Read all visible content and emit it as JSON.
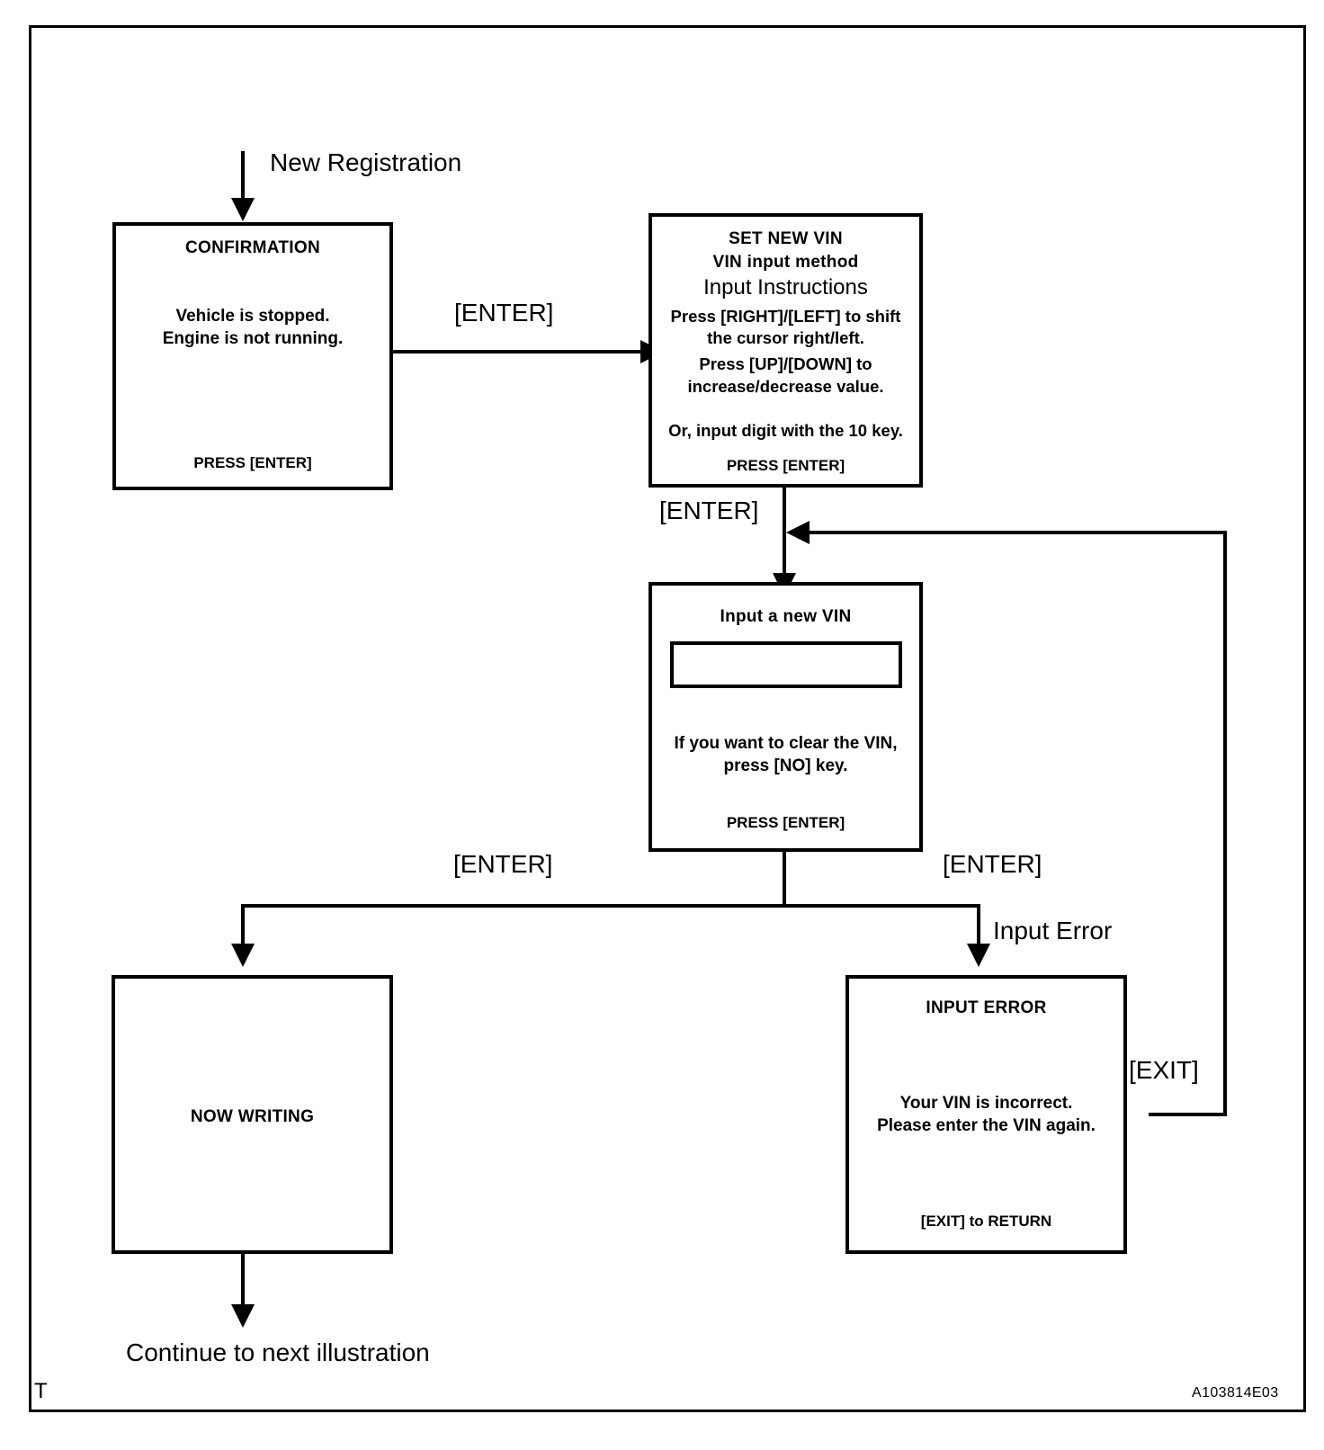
{
  "figure": {
    "code": "A103814E03",
    "corner_mark": "T"
  },
  "labels": {
    "entry": "New Registration",
    "enter_1": "[ENTER]",
    "enter_2": "[ENTER]",
    "enter_left": "[ENTER]",
    "enter_right": "[ENTER]",
    "input_error": "Input Error",
    "exit": "[EXIT]",
    "continue": "Continue to next illustration"
  },
  "boxes": {
    "confirmation": {
      "title": "CONFIRMATION",
      "line1": "Vehicle is stopped.",
      "line2": "Engine is not running.",
      "footer": "PRESS [ENTER]"
    },
    "set_new_vin": {
      "title": "SET NEW VIN",
      "subtitle": "VIN input method",
      "heading": "Input Instructions",
      "instr1_line1": "Press [RIGHT]/[LEFT] to shift",
      "instr1_line2": "the cursor right/left.",
      "instr2_line1": "Press [UP]/[DOWN]  to",
      "instr2_line2": "increase/decrease value.",
      "instr3": "Or, input digit with the 10 key.",
      "footer": "PRESS [ENTER]"
    },
    "input_new_vin": {
      "title": "Input a new VIN",
      "field_value": "",
      "note_line1": "If you want to clear the VIN,",
      "note_line2": "press [NO] key.",
      "footer": "PRESS [ENTER]"
    },
    "now_writing": {
      "title": "NOW WRITING"
    },
    "input_error": {
      "title": "INPUT  ERROR",
      "line1": "Your VIN is incorrect.",
      "line2": "Please enter the VIN again.",
      "footer": "[EXIT] to RETURN"
    }
  }
}
